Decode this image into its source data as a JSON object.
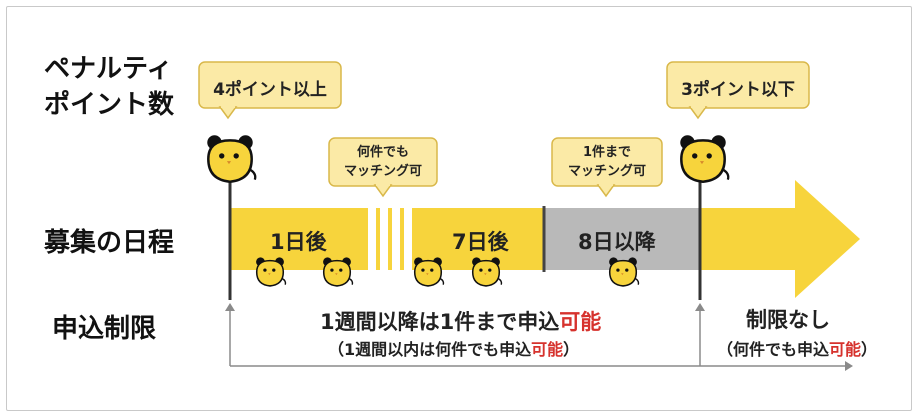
{
  "labels": {
    "penalty_line1": "ペナルティ",
    "penalty_line2": "ポイント数",
    "schedule": "募集の日程",
    "restriction": "申込制限"
  },
  "callouts": {
    "four_points": "4ポイント以上",
    "three_points": "3ポイント以下",
    "any_line1": "何件でも",
    "any_line2": "マッチング可",
    "one_line1": "1件まで",
    "one_line2": "マッチング可"
  },
  "timeline": {
    "day1": "1日後",
    "day7": "7日後",
    "day8": "8日以降"
  },
  "rules": {
    "main_prefix": "1週間以降は1件まで申込",
    "main_accent": "可能",
    "sub_prefix": "（1週間以内は何件でも申込",
    "sub_accent": "可能",
    "sub_suffix": "）",
    "free_title": "制限なし",
    "free_prefix": "（何件でも申込",
    "free_accent": "可能",
    "free_suffix": "）"
  },
  "icons": [
    "bear-mascot-icon"
  ],
  "colors": {
    "yellow": "#f7d43c",
    "callout_fill": "#fbeaa6",
    "callout_border": "#d9b84a",
    "gray_segment": "#b9b9b9",
    "accent_red": "#d6322d",
    "line_gray": "#8a8a8a"
  }
}
